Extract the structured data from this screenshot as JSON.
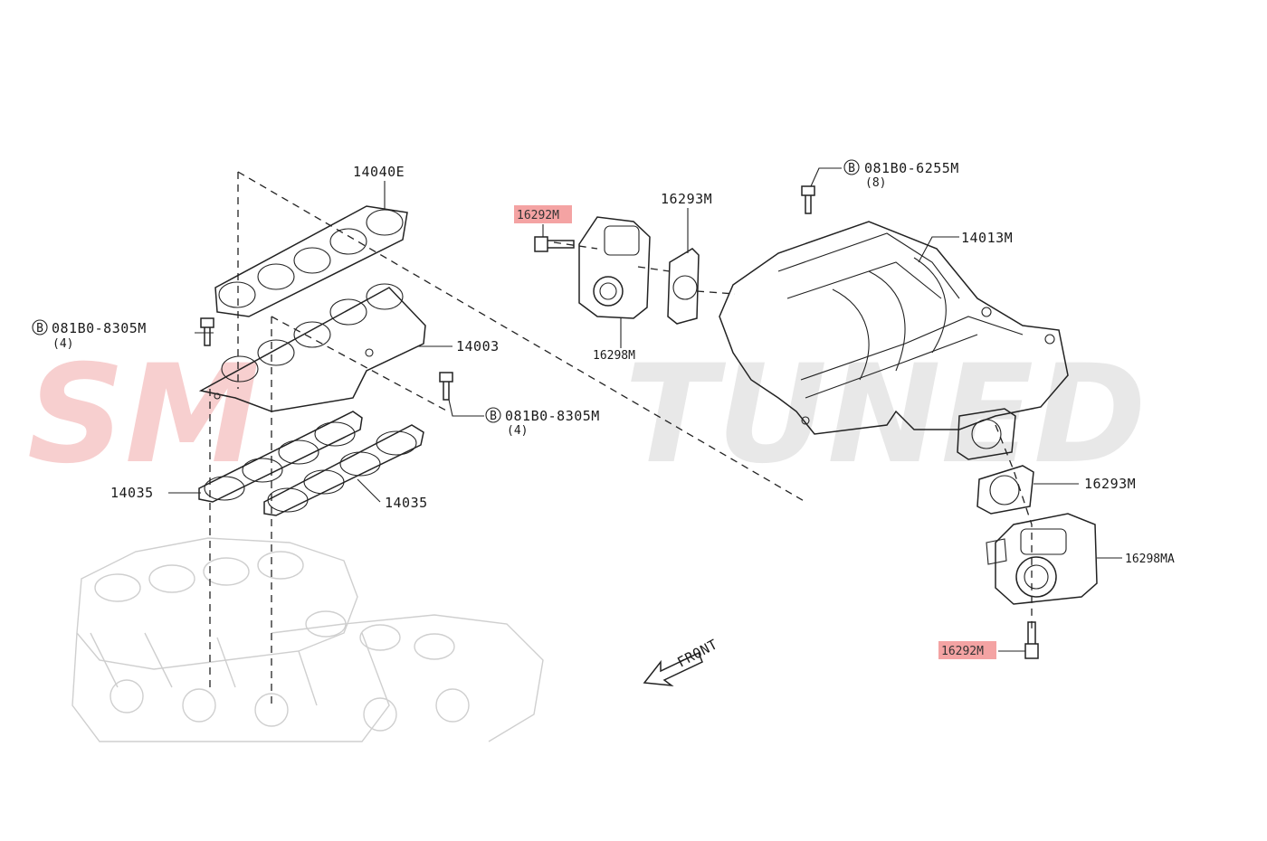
{
  "watermark": {
    "text": "SMTUNED",
    "color_left": "#f7caca",
    "color_right": "#e6e6e6"
  },
  "highlight_color": "#f4a3a3",
  "labels": {
    "gasket_upper": "14040E",
    "collector_gasket": "14003",
    "gasket_left": "14035",
    "gasket_right": "14035",
    "bolt_left_code": "081B0-8305M",
    "bolt_left_qty": "(4)",
    "bolt_mid_code": "081B0-8305M",
    "bolt_mid_qty": "(4)",
    "bolt_top_code": "081B0-6255M",
    "bolt_top_qty": "(8)",
    "bolt_symbol": "B",
    "screw_top": "16292M",
    "screw_bottom": "16292M",
    "throttle_left": "16298M",
    "throttle_right": "16298MA",
    "tb_gasket_top": "16293M",
    "tb_gasket_right": "16293M",
    "intake_manifold": "14013M",
    "front": "FRONT"
  }
}
